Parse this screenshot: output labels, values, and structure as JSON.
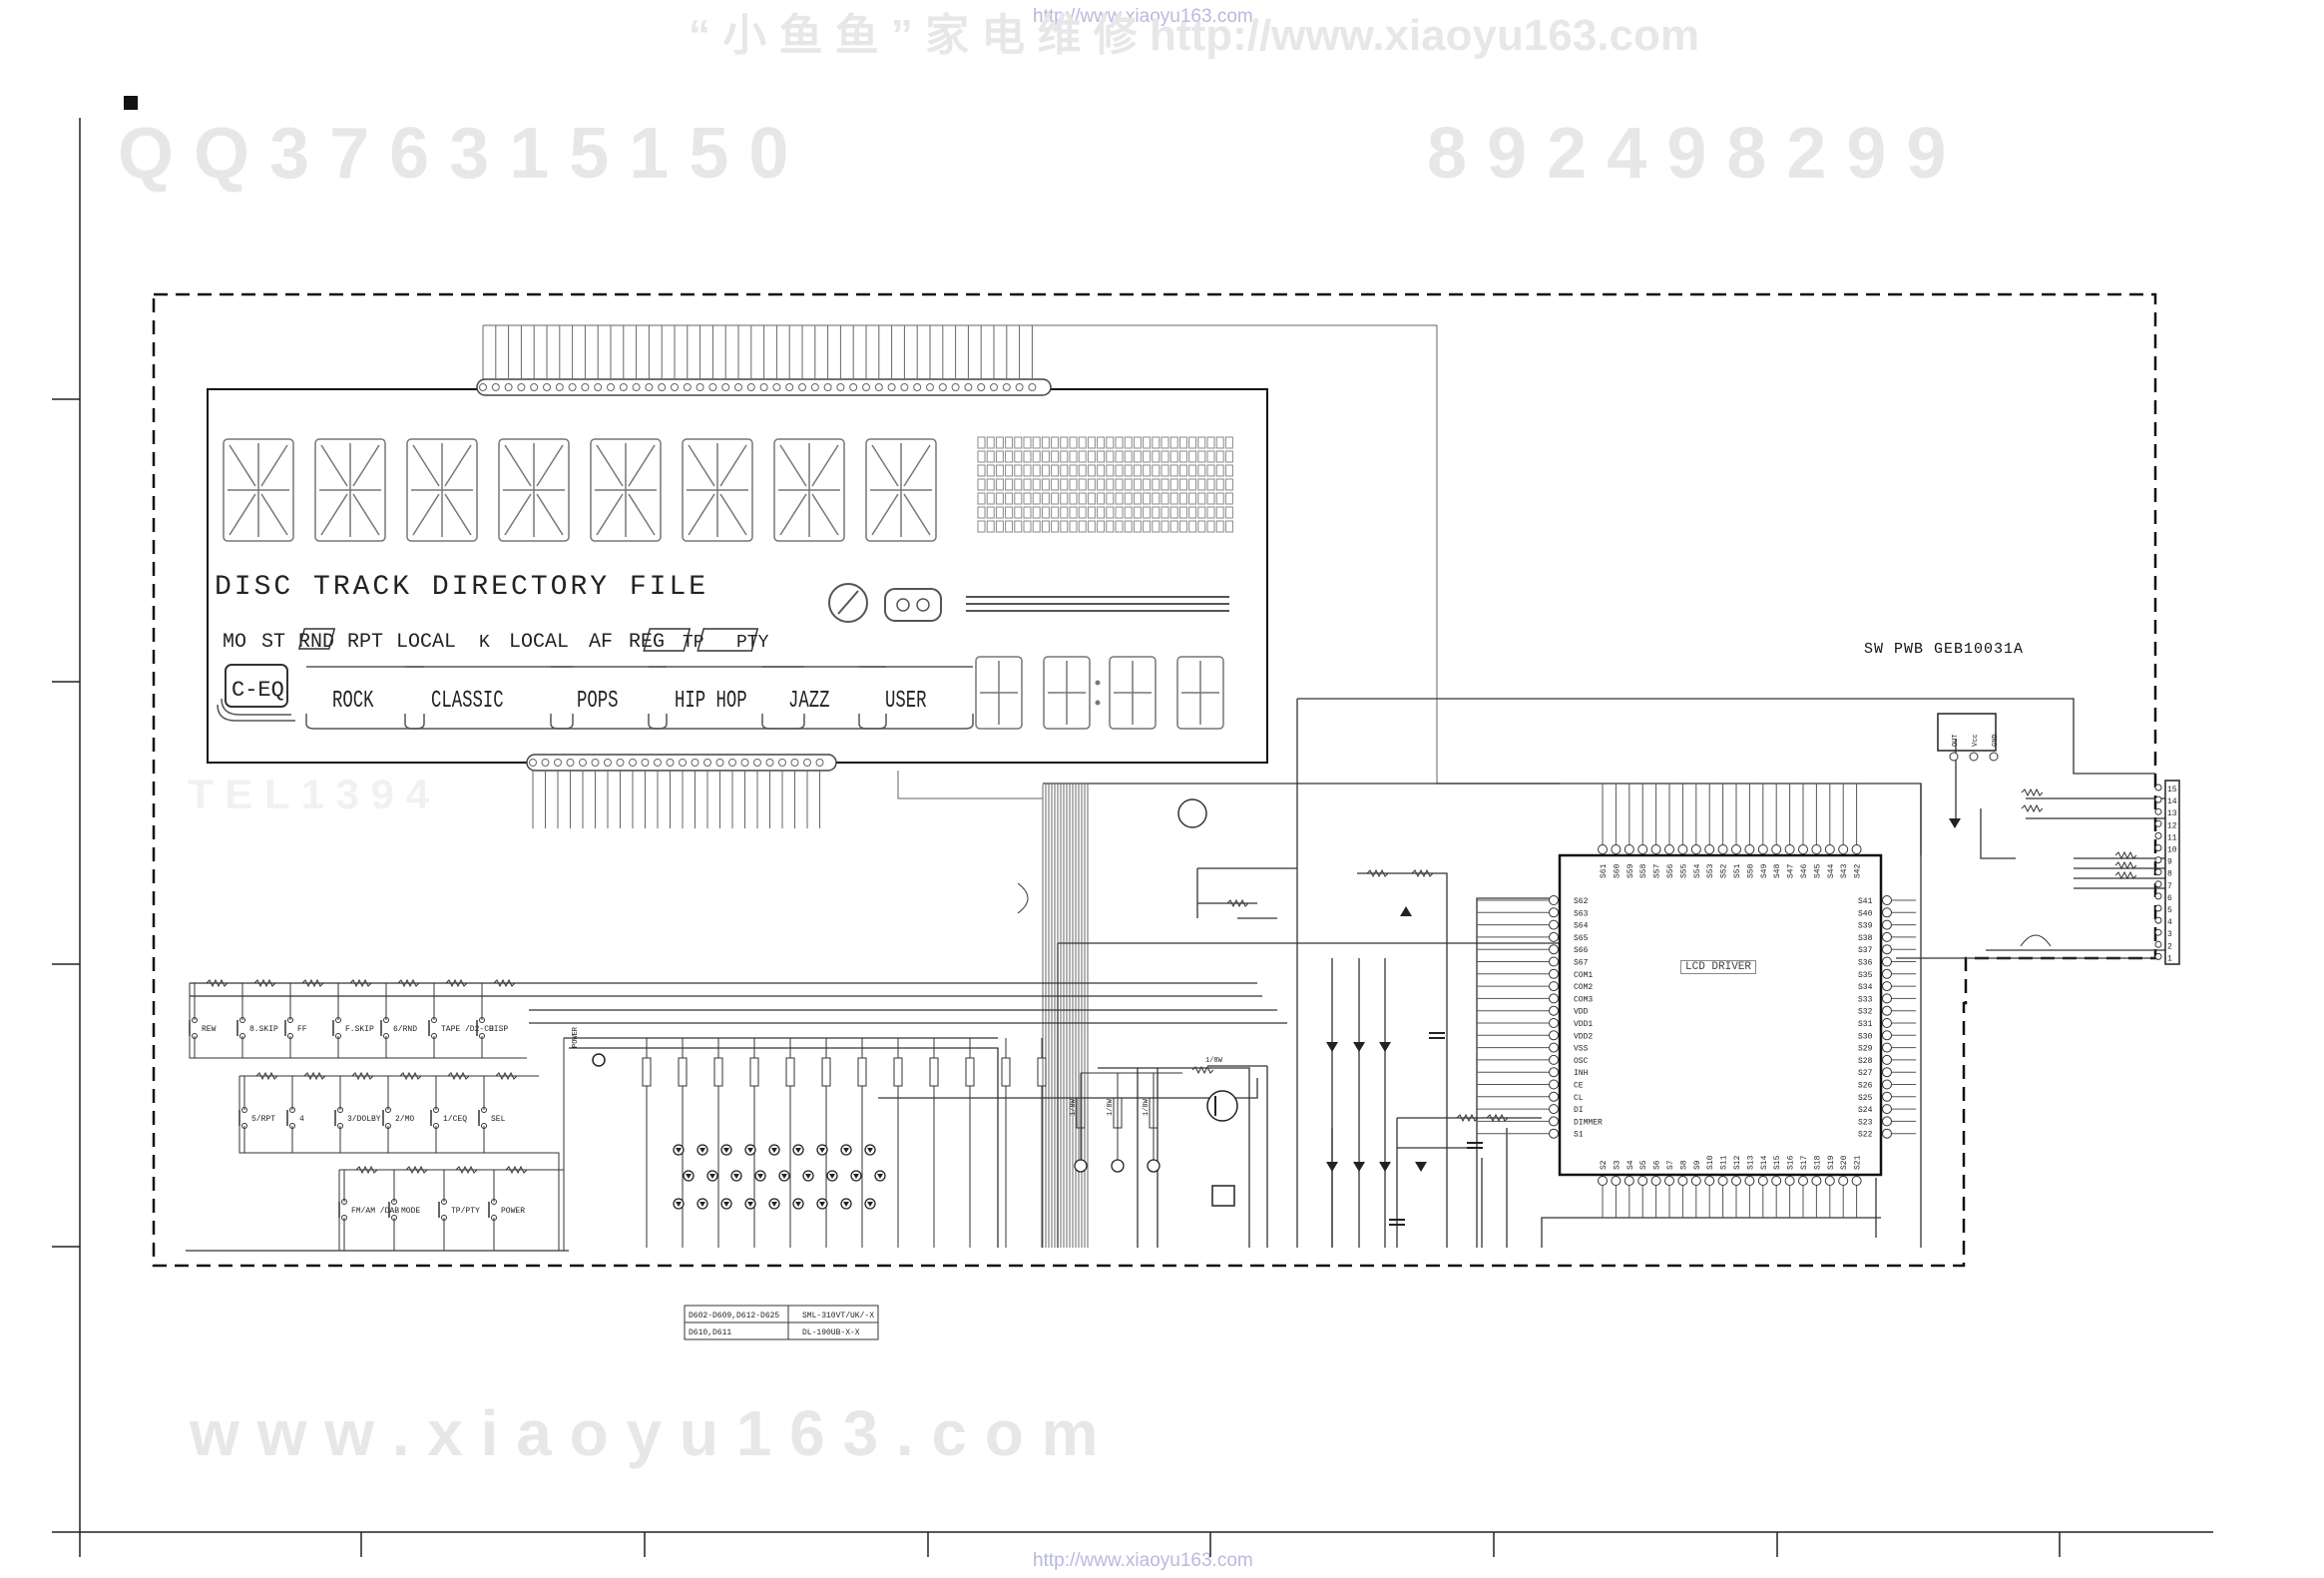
{
  "header": {
    "watermark_top_cn": "“ 小 鱼 鱼 ” 家 电 维 修   http://www.xiaoyu163.com",
    "url_top": "http://www.xiaoyu163.com",
    "url_bottom": "http://www.xiaoyu163.com",
    "watermark_qq": "Q Q  3 7 6 3 1 5 1 5 0",
    "watermark_phone": "8 9 2 4 9 8 2 9 9",
    "watermark_tel": "T E L  1 3 9 4",
    "watermark_www": "w w w . x i a o y u 1 6 3 . c o m"
  },
  "board": {
    "label": "SW PWB GEB10031A"
  },
  "lcd": {
    "indicator_row1": "DISC   TRACK DIRECTORY  FILE",
    "indicator_row2_items": [
      "MO",
      "ST",
      "RND",
      "RPT",
      "LOCAL",
      "LOCAL",
      "AF",
      "REG"
    ],
    "boxed_indicators": [
      "TP",
      "PTY"
    ],
    "ceq_label": "C-EQ",
    "eq_modes": [
      "ROCK",
      "CLASSIC",
      "POPS",
      "HIP HOP",
      "JAZZ",
      "USER"
    ]
  },
  "driver_ic": {
    "label": "LCD DRIVER",
    "left_pins": [
      "S62",
      "S63",
      "S64",
      "S65",
      "S66",
      "S67",
      "COM1",
      "COM2",
      "COM3",
      "VDD",
      "VDD1",
      "VDD2",
      "VSS",
      "OSC",
      "INH",
      "CE",
      "CL",
      "DI",
      "DIMMER",
      "S1"
    ],
    "right_pins": [
      "S41",
      "S40",
      "S39",
      "S38",
      "S37",
      "S36",
      "S35",
      "S34",
      "S33",
      "S32",
      "S31",
      "S30",
      "S29",
      "S28",
      "S27",
      "S26",
      "S25",
      "S24",
      "S23",
      "S22"
    ],
    "top_pins": [
      "S61",
      "S60",
      "S59",
      "S58",
      "S57",
      "S56",
      "S55",
      "S54",
      "S53",
      "S52",
      "S51",
      "S50",
      "S49",
      "S48",
      "S47",
      "S46",
      "S45",
      "S44",
      "S43",
      "S42"
    ],
    "bottom_pins": [
      "S2",
      "S3",
      "S4",
      "S5",
      "S6",
      "S7",
      "S8",
      "S9",
      "S10",
      "S11",
      "S12",
      "S13",
      "S14",
      "S15",
      "S16",
      "S17",
      "S18",
      "S19",
      "S20",
      "S21"
    ]
  },
  "switches": {
    "row1": [
      "REW",
      "8.SKIP",
      "FF",
      "F.SKIP",
      "6/RND",
      "TAPE /D2-CH",
      "DISP"
    ],
    "row2": [
      "5/RPT",
      "4",
      "3/DOLBY",
      "2/MO",
      "1/CEQ",
      "SEL"
    ],
    "row3": [
      "FM/AM /DAB",
      "MODE",
      "TP/PTY",
      "POWER"
    ]
  },
  "connector": {
    "pins": [
      "15",
      "14",
      "13",
      "12",
      "11",
      "10",
      "9",
      "8",
      "7",
      "6",
      "5",
      "4",
      "3",
      "2",
      "1"
    ]
  },
  "parts_table": {
    "rows": [
      [
        "D602-D609,D612-D625",
        "SML-310VT/UK/-X"
      ],
      [
        "D610,D611",
        "DL-190UB-X-X"
      ]
    ]
  },
  "labels": {
    "remote_pins": [
      "OUT",
      "Vcc",
      "GND"
    ],
    "resistor_small": "1/8W",
    "power_led": "POWER"
  }
}
